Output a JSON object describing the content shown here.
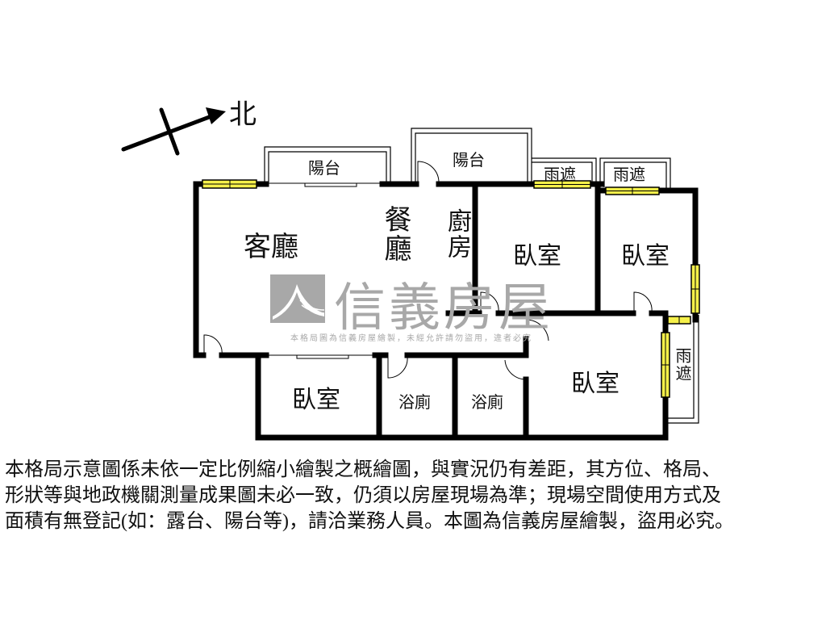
{
  "compass": {
    "label": "北",
    "icon": "north-arrow-icon"
  },
  "rooms": {
    "balcony_left": "陽台",
    "balcony_right": "陽台",
    "living_room": "客廳",
    "dining_room": "餐廳",
    "kitchen": "廚房",
    "bedroom_1": "臥室",
    "bedroom_2": "臥室",
    "bedroom_3": "臥室",
    "bedroom_4": "臥室",
    "bathroom_1": "浴廁",
    "bathroom_2": "浴廁",
    "awning_1": "雨遮",
    "awning_2": "雨遮",
    "awning_3": "雨遮"
  },
  "watermark": {
    "brand": "信義房屋",
    "notice": "本格局圖為信義房屋繪製，未經允許請勿盜用，違者必究"
  },
  "colors": {
    "wall": "#000000",
    "window": "#f5f04a",
    "watermark": "#a8a8a8"
  },
  "disclaimer": {
    "lines": [
      "本格局示意圖係未依一定比例縮小繪製之概繪圖，與實況仍有差距，其方位、格局、",
      "形狀等與地政機關測量成果圖未必一致，仍須以房屋現場為準；現場空間使用方式及",
      "面積有無登記(如：露台、陽台等)，請洽業務人員。本圖為信義房屋繪製，盜用必究。"
    ]
  }
}
